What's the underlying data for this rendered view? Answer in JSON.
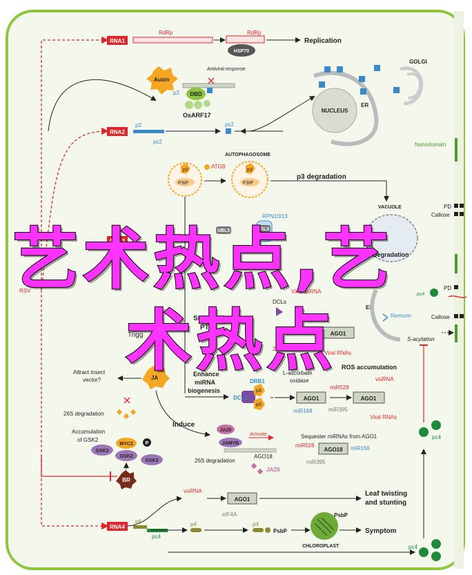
{
  "labels": {
    "rna1": "RNA1",
    "rna2": "RNA2",
    "rna3": "RNA3",
    "rna4": "RNA4",
    "rdrp1": "RdRp",
    "rdrp2": "RdRp",
    "hsp70": "HSP70",
    "replication": "Replication",
    "auxin": "Auxin",
    "antiviral_response": "Antiviral response",
    "dbd": "DBD",
    "p2a": "p2",
    "p2b": "p2",
    "pc2a": "pc2",
    "pc2b": "pc2",
    "osarf17": "OsARF17",
    "nucleus": "NUCLEUS",
    "golgi": "GOLGI",
    "er_top": "ER",
    "autophagosome": "AUTOPHAGOSOME",
    "atg8": "ATG8",
    "p3a": "p3",
    "p3b": "p3",
    "p3ip1": "P3IP",
    "p3ip2": "P3IP",
    "p3_degradation": "p3 degradation",
    "vacuole": "VACUOLE",
    "rpn": "RPN10/13",
    "ubl5a": "UBL5",
    "ubl5b": "UBL5",
    "degradation": "Degradation",
    "nanodomain": "Nanodomain",
    "pd1": "PD",
    "callose1": "Callose",
    "pd2": "PD",
    "callose2": "Callose",
    "pc4a": "pc4",
    "pc4b": "pc4",
    "pc4c": "pc4",
    "er_mid": "ER",
    "remorin": "Remorin",
    "s_acylation": "S-acylation",
    "rsv": "RSV",
    "viral_dsrna": "Viral dsRNA",
    "dcls": "DCLs",
    "supp": "Supp",
    "ptg": "PTG",
    "trigger": "Trigg",
    "ago1a": "AGO1",
    "ago1b": "AGO1",
    "ago1c": "AGO1",
    "ago1d": "AGO1",
    "nt_sirna": "21-nt siRNA",
    "viral_rnas1": "Viral RNAs",
    "ros": "ROS accumulation",
    "l_ascorbate": "L-ascorbate",
    "oxidase": "oxidase",
    "enhance1": "Enhance",
    "enhance2": "miRNA",
    "enhance3": "biogenesis",
    "drb1": "DRB1",
    "dcl1": "DCL1",
    "p3c": "p3",
    "p3d": "p3",
    "mir528a": "miR528",
    "mir168a": "miR168",
    "mir395a": "miR395",
    "vsirna1": "vsiRNA",
    "viral_rnas2": "Viral RNAs",
    "attract1": "Attract insect",
    "attract2": "vector?",
    "ja": "JA",
    "deg26s_1": "26S degradation",
    "deg26s_2": "26S degradation",
    "accum1": "Accumulation",
    "accum2": "of GSK2",
    "myc2": "MYC2",
    "p_label": "P",
    "gsk2a": "GSK2",
    "gsk2b": "GSK2",
    "gsk2c": "GSK2",
    "br": "BR",
    "induce": "Induce",
    "jaz6a": "JAZ6",
    "jamyb": "JAMYB",
    "activate": "Activate",
    "ago18": "AGO18",
    "jaz6b": "JAZ6",
    "sequester": "Sequester miRNAs from AGO1",
    "ago18b": "AGO18",
    "mir528b": "miR528",
    "mir395b": "miR395",
    "mir168b": "miR168",
    "vsirna2": "vsiRNA",
    "elf4a": "eIF4A",
    "leaf1": "Leaf twisting",
    "leaf2": "and stunting",
    "p4a": "p4",
    "p4b": "p4",
    "p4c": "p4",
    "psbp1": "PsbP",
    "psbp2": "PsbP",
    "symptom": "Symptom",
    "chloroplast": "CHLOROPLAST",
    "pc4d": "pc4",
    "pc4e": "pc4"
  },
  "watermark": {
    "line1": "艺术热点,艺",
    "line2": "术热点"
  },
  "colors": {
    "border": "#8dc53e",
    "panel": "#f4f7ec",
    "rna": "#e0262c",
    "dashed": "#e0262c",
    "blue": "#3a89c9",
    "olive": "#8b8a30",
    "watermark": "#ff33ff"
  }
}
